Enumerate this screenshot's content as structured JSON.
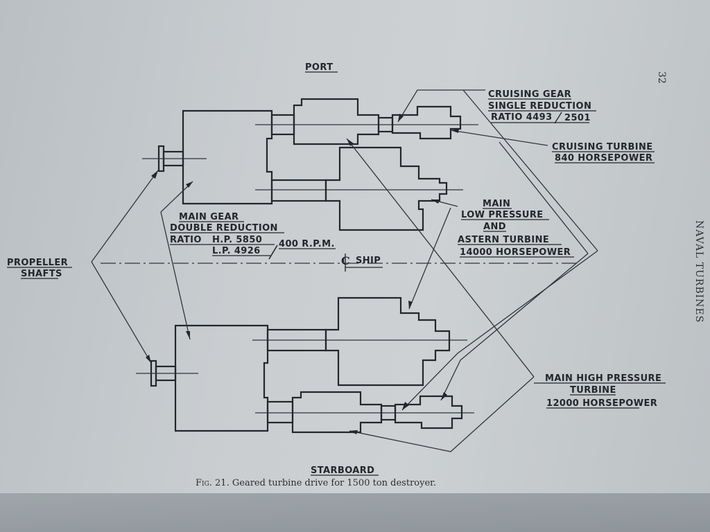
{
  "page_number": "32",
  "running_head": "NAVAL TURBINES",
  "caption": {
    "fig_label": "Fig. 21.",
    "text": "Geared turbine drive for 1500 ton destroyer."
  },
  "diagram": {
    "port_label": "PORT",
    "starboard_label": "STARBOARD",
    "propeller_shafts": [
      "PROPELLER",
      "SHAFTS"
    ],
    "main_gear": [
      "MAIN GEAR",
      "DOUBLE REDUCTION"
    ],
    "ratio_word": "RATIO",
    "ratio_hp": "H.P. 5850",
    "ratio_lp": "L.P. 4926",
    "ratio_rpm": "400 R.P.M.",
    "ship_centerline": "SHIP",
    "cruising_gear": [
      "CRUISING GEAR",
      "SINGLE REDUCTION",
      "RATIO 4493",
      "2501"
    ],
    "cruising_turbine": [
      "CRUISING TURBINE",
      "840 HORSEPOWER"
    ],
    "main_lp": [
      "MAIN",
      "LOW PRESSURE",
      "AND",
      "ASTERN TURBINE",
      "14000 HORSEPOWER"
    ],
    "main_hp": [
      "MAIN HIGH PRESSURE",
      "TURBINE",
      "12000 HORSEPOWER"
    ]
  }
}
